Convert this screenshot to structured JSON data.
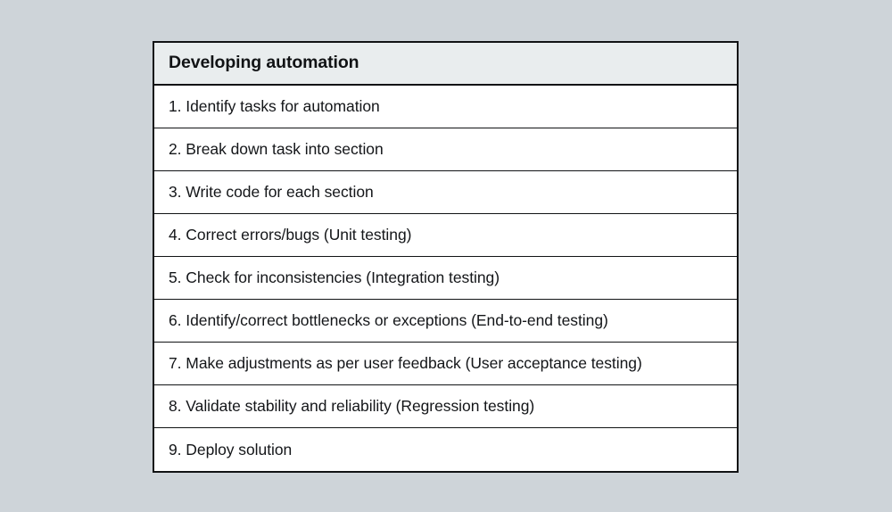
{
  "page": {
    "background_color": "#ced4d9"
  },
  "table": {
    "border_color": "#111315",
    "header": {
      "title": "Developing automation",
      "background_color": "#e9edee",
      "text_color": "#111315"
    },
    "row_background_color": "#ffffff",
    "row_text_color": "#141619",
    "rows": [
      {
        "text": "1. Identify tasks for automation"
      },
      {
        "text": "2. Break down task into section"
      },
      {
        "text": "3. Write code for each section"
      },
      {
        "text": "4. Correct errors/bugs (Unit testing)"
      },
      {
        "text": "5. Check for inconsistencies (Integration testing)"
      },
      {
        "text": "6. Identify/correct bottlenecks or exceptions (End-to-end testing)"
      },
      {
        "text": "7. Make adjustments as per user feedback (User acceptance testing)"
      },
      {
        "text": "8. Validate stability and reliability (Regression testing)"
      },
      {
        "text": "9. Deploy solution"
      }
    ]
  }
}
